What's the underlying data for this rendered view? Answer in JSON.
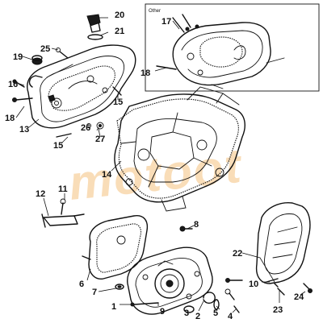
{
  "watermark": {
    "text": "motoot",
    "color": "#f2b463"
  },
  "inset": {
    "label": "Other"
  },
  "callouts": {
    "c1": "1",
    "c2": "2",
    "c3": "3",
    "c4": "4",
    "c5": "5",
    "c6": "6",
    "c7": "7",
    "c8": "8",
    "c9": "9",
    "c10": "10",
    "c11": "11",
    "c12": "12",
    "c13": "13",
    "c14": "14",
    "c15a": "15",
    "c15b": "15",
    "c16": "16",
    "c17": "17",
    "c18a": "18",
    "c18b": "18",
    "c19": "19",
    "c20": "20",
    "c21": "21",
    "c22": "22",
    "c23": "23",
    "c24": "24",
    "c25": "25",
    "c26": "26",
    "c27": "27"
  }
}
